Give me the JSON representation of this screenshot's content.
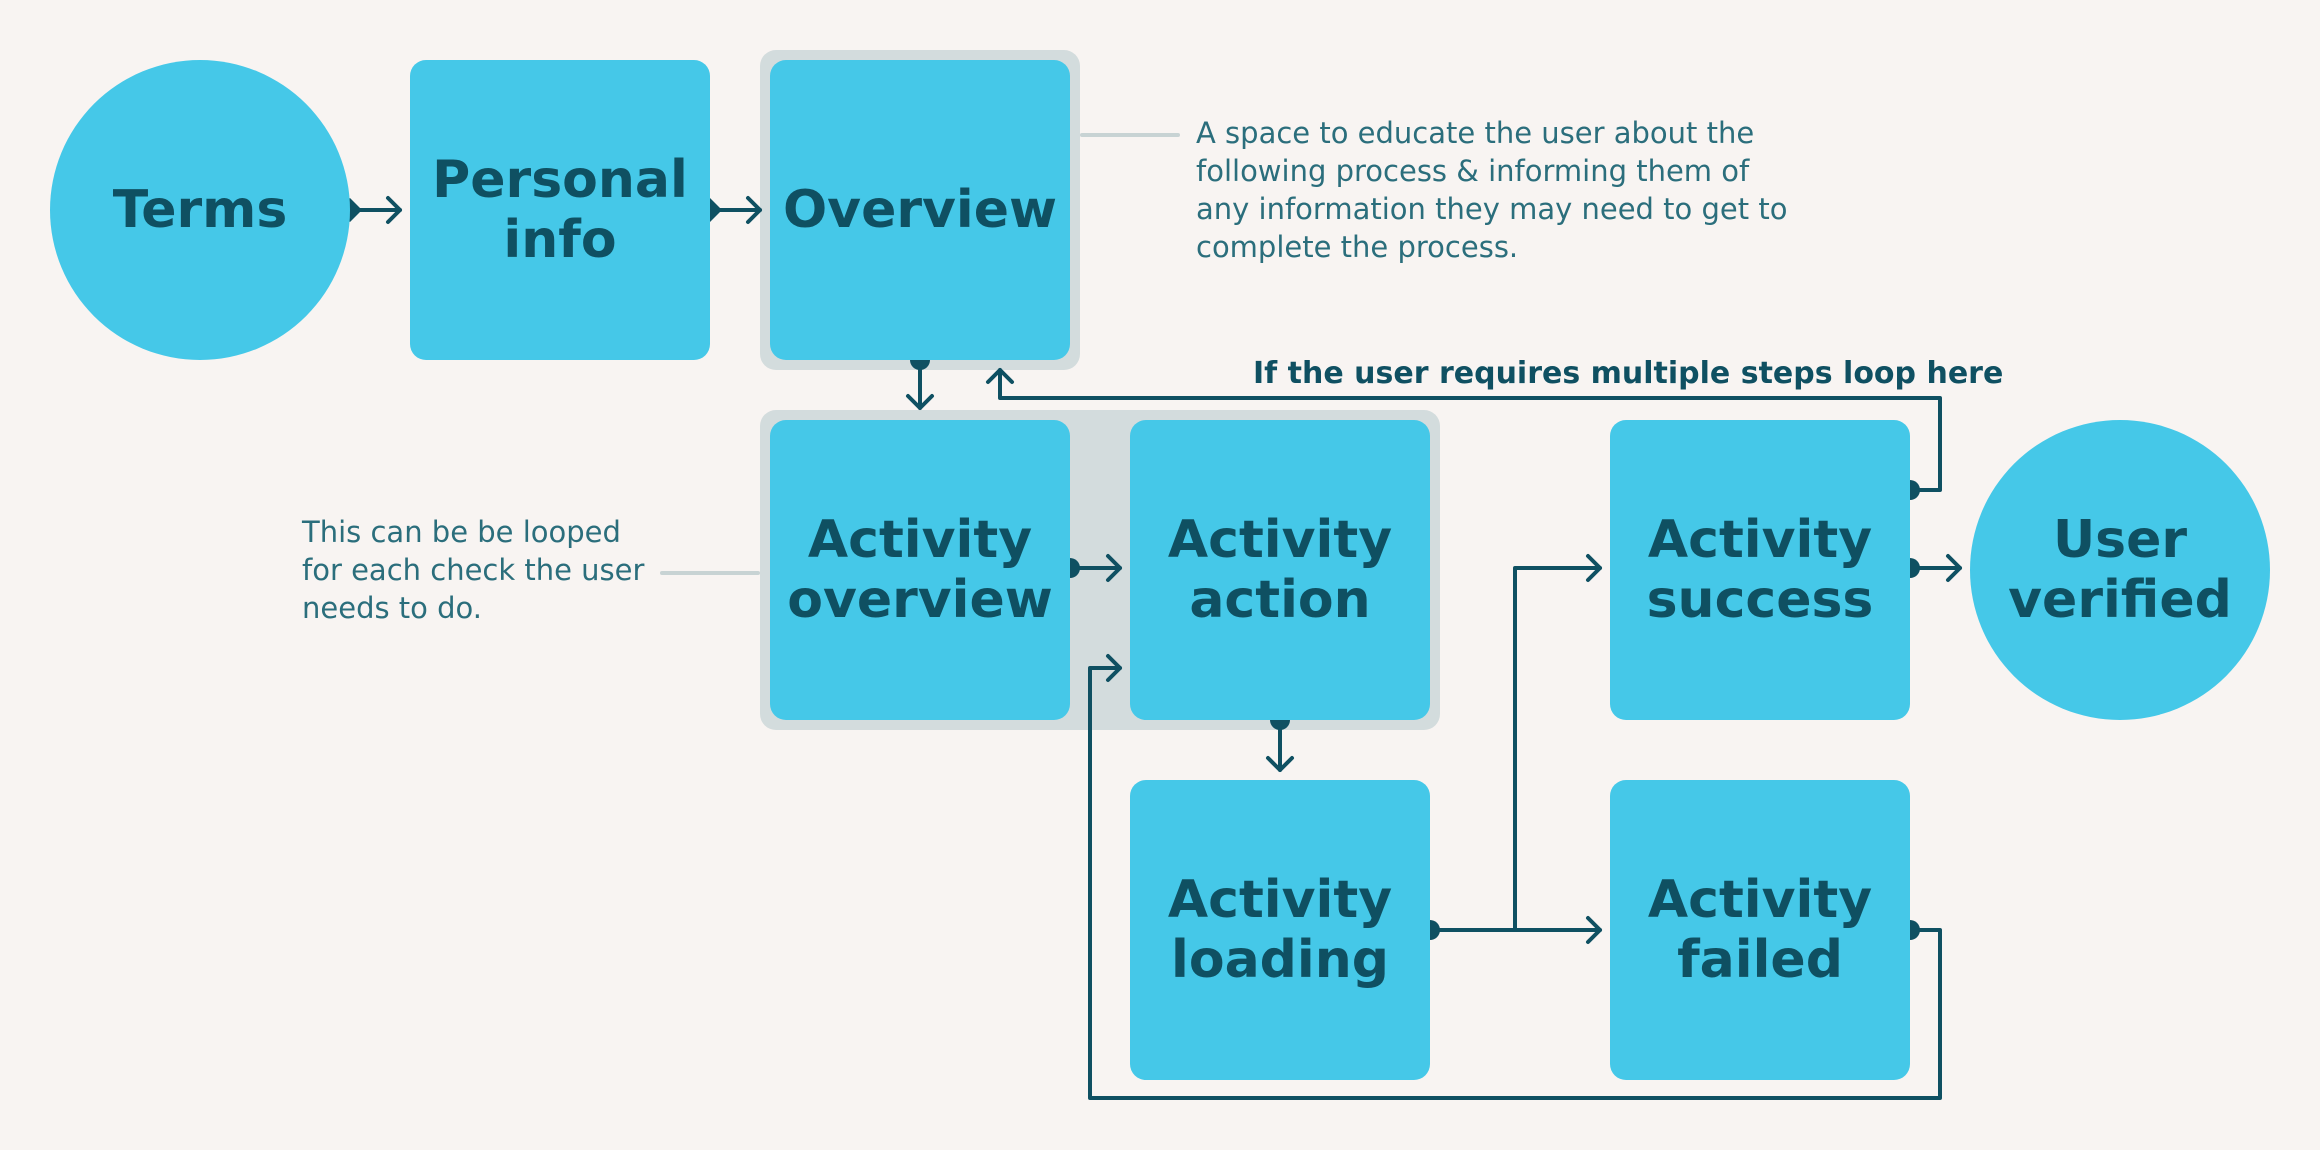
{
  "nodes": {
    "terms": "Terms",
    "personal_info": "Personal\ninfo",
    "overview": "Overview",
    "activity_overview": "Activity\noverview",
    "activity_action": "Activity\naction",
    "activity_loading": "Activity\nloading",
    "activity_success": "Activity\nsuccess",
    "activity_failed": "Activity\nfailed",
    "user_verified": "User\nverified"
  },
  "notes": {
    "overview_note": "A space to educate the user about the following process & informing them of any information they may need to get to complete the process.",
    "loop_note": "This can be be looped for each check the user needs to do.",
    "loop_label": "If the user requires multiple steps loop here"
  },
  "colors": {
    "node_fill": "#45c8e8",
    "node_text": "#0f5062",
    "connector": "#0f5062",
    "group_bg": "#d3dcdd",
    "note_text": "#2b6e7c",
    "background": "#f8f4f2"
  }
}
